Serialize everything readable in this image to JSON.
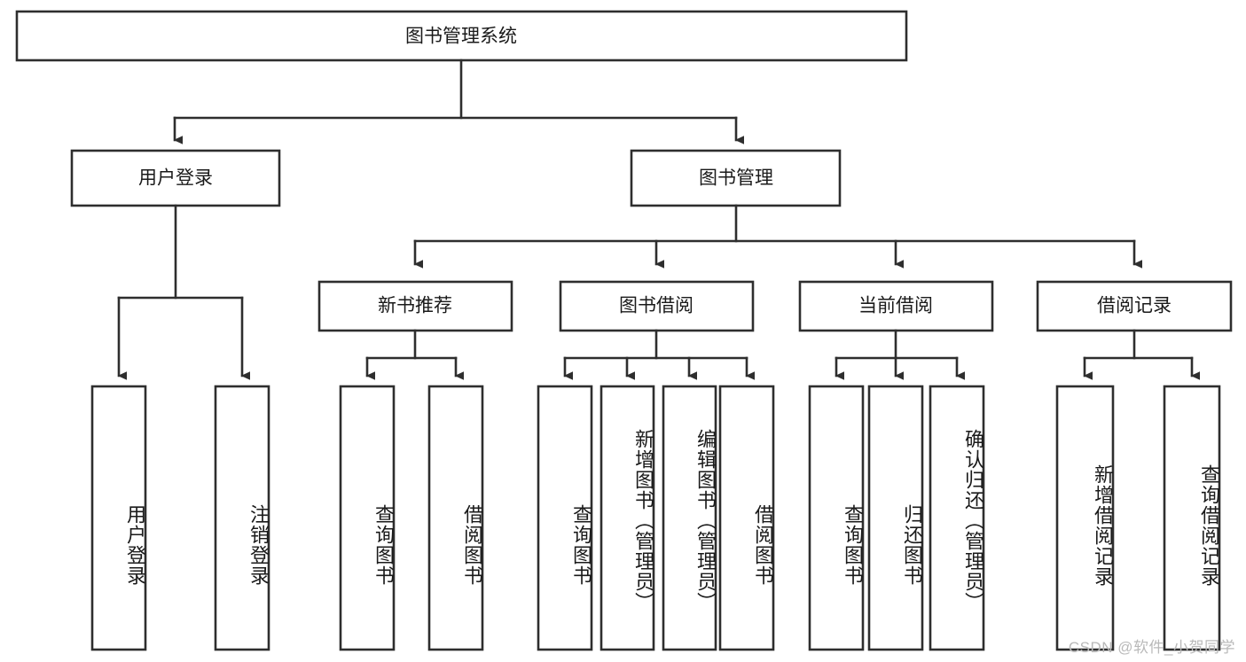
{
  "diagram": {
    "title": "图书管理系统",
    "type": "tree-hierarchy-diagram",
    "colors": {
      "box_stroke": "#2e2e2e",
      "box_fill": "#ffffff",
      "text": "#1a1a1a",
      "background": "#ffffff",
      "watermark": "#b9b9b9"
    },
    "root": {
      "label": "图书管理系统"
    },
    "level2": [
      {
        "label": "用户登录"
      },
      {
        "label": "图书管理"
      }
    ],
    "level3": [
      {
        "label": "新书推荐"
      },
      {
        "label": "图书借阅"
      },
      {
        "label": "当前借阅"
      },
      {
        "label": "借阅记录"
      }
    ],
    "leaves": {
      "user_login": [
        {
          "label": "用户登录"
        },
        {
          "label": "注销登录"
        }
      ],
      "new_book_recommend": [
        {
          "label": "查询图书"
        },
        {
          "label": "借阅图书"
        }
      ],
      "book_borrow": [
        {
          "label": "查询图书"
        },
        {
          "label": "新增图书（管理员）"
        },
        {
          "label": "编辑图书（管理员）"
        },
        {
          "label": "借阅图书"
        }
      ],
      "current_borrow": [
        {
          "label": "查询图书"
        },
        {
          "label": "归还图书"
        },
        {
          "label": "确认归还（管理员）"
        }
      ],
      "borrow_record": [
        {
          "label": "新增借阅记录"
        },
        {
          "label": "查询借阅记录"
        }
      ]
    }
  },
  "watermark": {
    "text": "CSDN @软件_小贺同学"
  }
}
